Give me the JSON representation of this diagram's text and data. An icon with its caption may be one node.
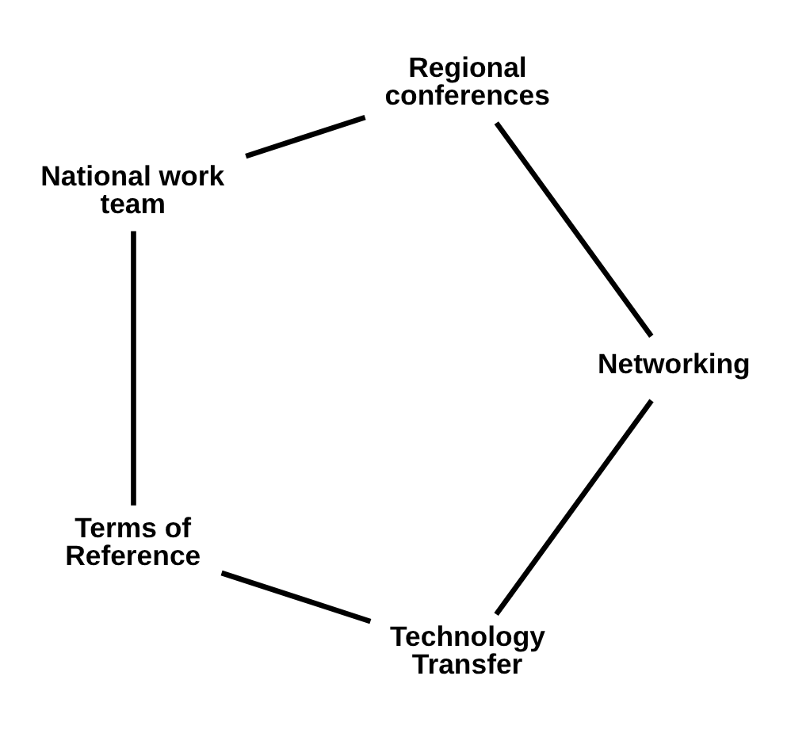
{
  "diagram": {
    "nodes": [
      {
        "text": [
          "Technology Transfer"
        ]
      },
      {
        "text": [
          "Terms of Reference"
        ]
      },
      {
        "text": [
          "Networking"
        ]
      },
      {
        "text": [
          "National work team"
        ]
      },
      {
        "text": [
          "Regional conferences"
        ]
      }
    ],
    "edges": [
      {
        "from": 0,
        "to": 1,
        "arrow": "none"
      },
      {
        "from": 1,
        "to": 3,
        "arrow": "none"
      },
      {
        "from": 3,
        "to": 4,
        "arrow": "none"
      },
      {
        "from": 4,
        "to": 2,
        "arrow": "none"
      },
      {
        "from": 2,
        "to": 0,
        "arrow": "none"
      }
    ]
  }
}
